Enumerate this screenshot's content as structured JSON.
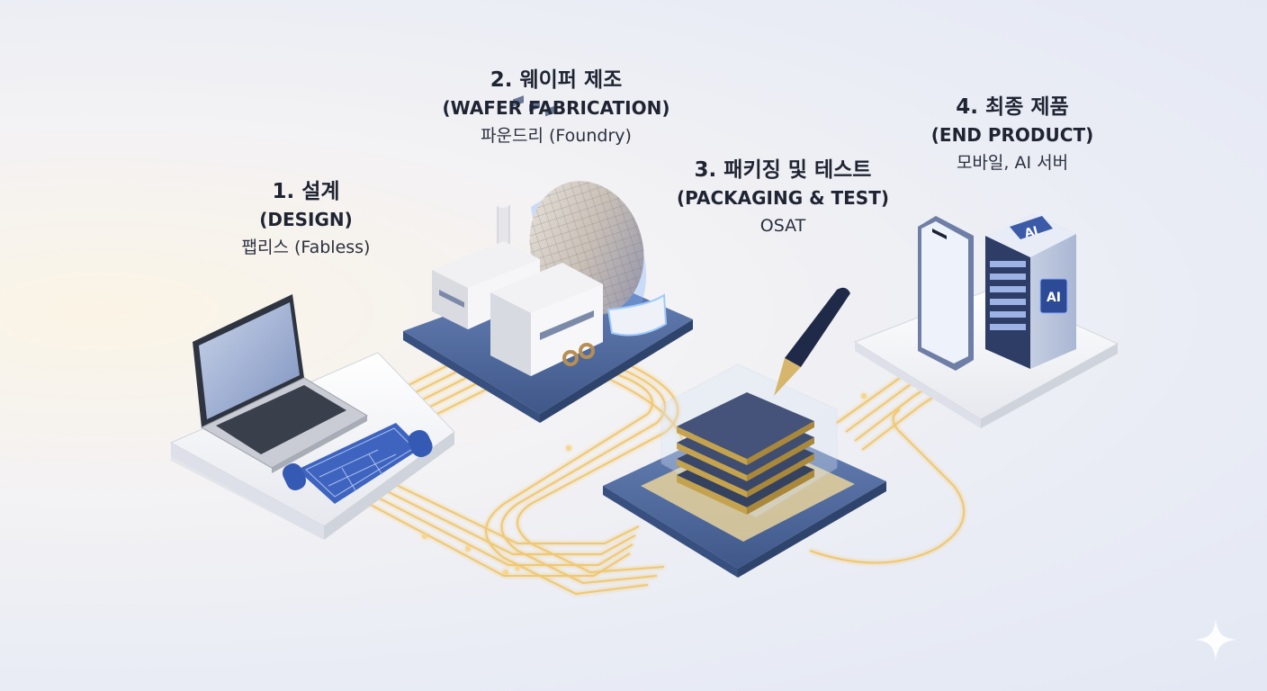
{
  "steps": [
    {
      "title": "1. 설계",
      "subtitle": "(DESIGN)",
      "desc": "팹리스 (Fabless)"
    },
    {
      "title": "2. 웨이퍼 제조",
      "subtitle": "(WAFER FABRICATION)",
      "desc": "파운드리 (Foundry)"
    },
    {
      "title": "3. 패키징 및 테스트",
      "subtitle": "(PACKAGING & TEST)",
      "desc": "OSAT"
    },
    {
      "title": "4. 최종 제품",
      "subtitle": "(END PRODUCT)",
      "desc": "모바일, AI 서버"
    }
  ],
  "server_badge_text": "AI",
  "colors": {
    "platform_blue": "#4e6aa1",
    "platform_white": "#f4f5f8",
    "circuit_gold": "#f1c66a",
    "text_dark": "#1f2433"
  },
  "icons": [
    "laptop-icon",
    "blueprint-icon",
    "factory-icon",
    "wafer-icon",
    "chip-stack-icon",
    "probe-icon",
    "smartphone-icon",
    "ai-server-icon",
    "sparkle-icon"
  ]
}
